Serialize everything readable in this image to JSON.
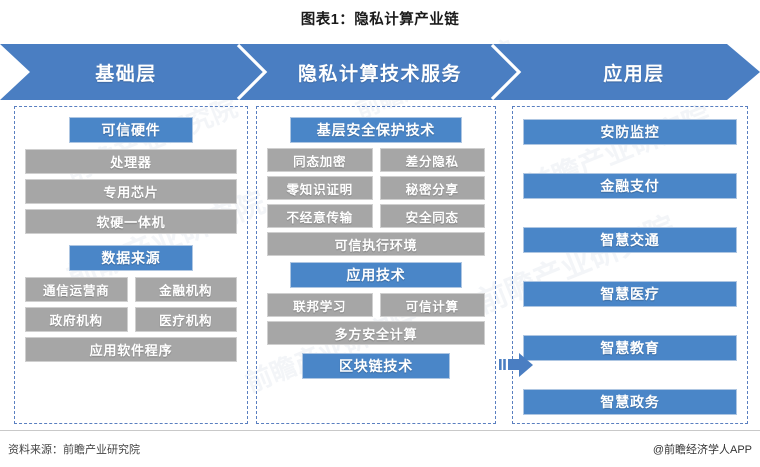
{
  "page": {
    "title": "图表1：隐私计算产业链"
  },
  "banner": {
    "segments": [
      {
        "label": "基础层"
      },
      {
        "label": "隐私计算技术服务"
      },
      {
        "label": "应用层"
      }
    ],
    "color": "#4a7ec2",
    "separator_color": "#ffffff"
  },
  "colors": {
    "blue_node": "#4a86c8",
    "grey_node": "#a6a6a6",
    "dashed_border": "#5a7fc0",
    "arrow": "#4a7ec2"
  },
  "columns": {
    "foundation": {
      "name": "基础层",
      "groups": [
        {
          "header": "可信硬件",
          "items": [
            "处理器",
            "专用芯片",
            "软硬一体机"
          ]
        },
        {
          "header": "数据来源",
          "pairs": [
            [
              "通信运营商",
              "金融机构"
            ],
            [
              "政府机构",
              "医疗机构"
            ]
          ],
          "items": [
            "应用软件程序"
          ]
        }
      ]
    },
    "technology": {
      "name": "隐私计算技术服务",
      "groups": [
        {
          "header": "基层安全保护技术",
          "pairs": [
            [
              "同态加密",
              "差分隐私"
            ],
            [
              "零知识证明",
              "秘密分享"
            ],
            [
              "不经意传输",
              "安全同态"
            ]
          ],
          "items": [
            "可信执行环境"
          ]
        },
        {
          "header": "应用技术",
          "pairs": [
            [
              "联邦学习",
              "可信计算"
            ]
          ],
          "items": [
            "多方安全计算"
          ]
        },
        {
          "header": "区块链技术",
          "items": []
        }
      ]
    },
    "application": {
      "name": "应用层",
      "items": [
        "安防监控",
        "金融支付",
        "智慧交通",
        "智慧医疗",
        "智慧教育",
        "智慧政务"
      ]
    }
  },
  "arrow": {
    "name": "right-arrow",
    "glyph": "➡"
  },
  "footer": {
    "source": "资料来源：前瞻产业研究院",
    "brand": "@前瞻经济学人APP"
  },
  "watermarks": {
    "text": "前瞻产业研究院"
  }
}
